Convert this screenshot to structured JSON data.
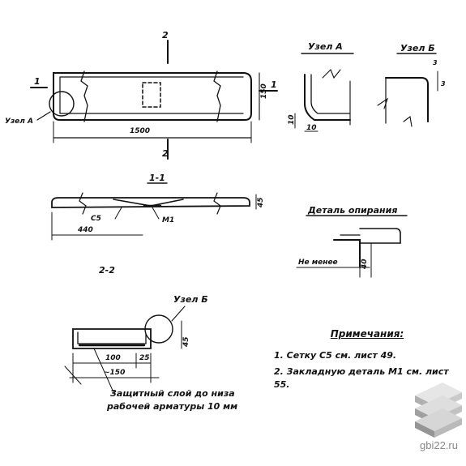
{
  "drawing": {
    "section_marks": {
      "top": "2",
      "bottom": "2",
      "left": "1",
      "right": "1"
    },
    "plan": {
      "length": "1500",
      "height": "150",
      "node_a": "Узел А"
    },
    "node_a_detail": {
      "title": "Узел А",
      "dim_v": "10",
      "dim_h": "10"
    },
    "node_b_detail": {
      "title": "Узел Б",
      "dim1": "3",
      "dim2": "3"
    },
    "section_1": {
      "title": "1-1",
      "mesh": "С5",
      "part": "М1",
      "dim_width": "440",
      "dim_height": "45"
    },
    "support_detail": {
      "title": "Деталь опирания",
      "min_label": "Не менее",
      "min_value": "40"
    },
    "section_2": {
      "title": "2-2",
      "node_b": "Узел Б",
      "dim_left": "100",
      "dim_right": "25",
      "dim_total": "~150",
      "dim_height": "45",
      "cover_line1": "Защитный слой до низа",
      "cover_line2": "рабочей арматуры 10 мм"
    },
    "notes": {
      "title": "Примечания:",
      "items": [
        "1. Сетку С5 см. лист 49.",
        "2. Закладную деталь М1 см. лист 55."
      ]
    }
  },
  "watermark": {
    "text": "gbi22.ru",
    "logo": "stacked-slabs-logo"
  }
}
